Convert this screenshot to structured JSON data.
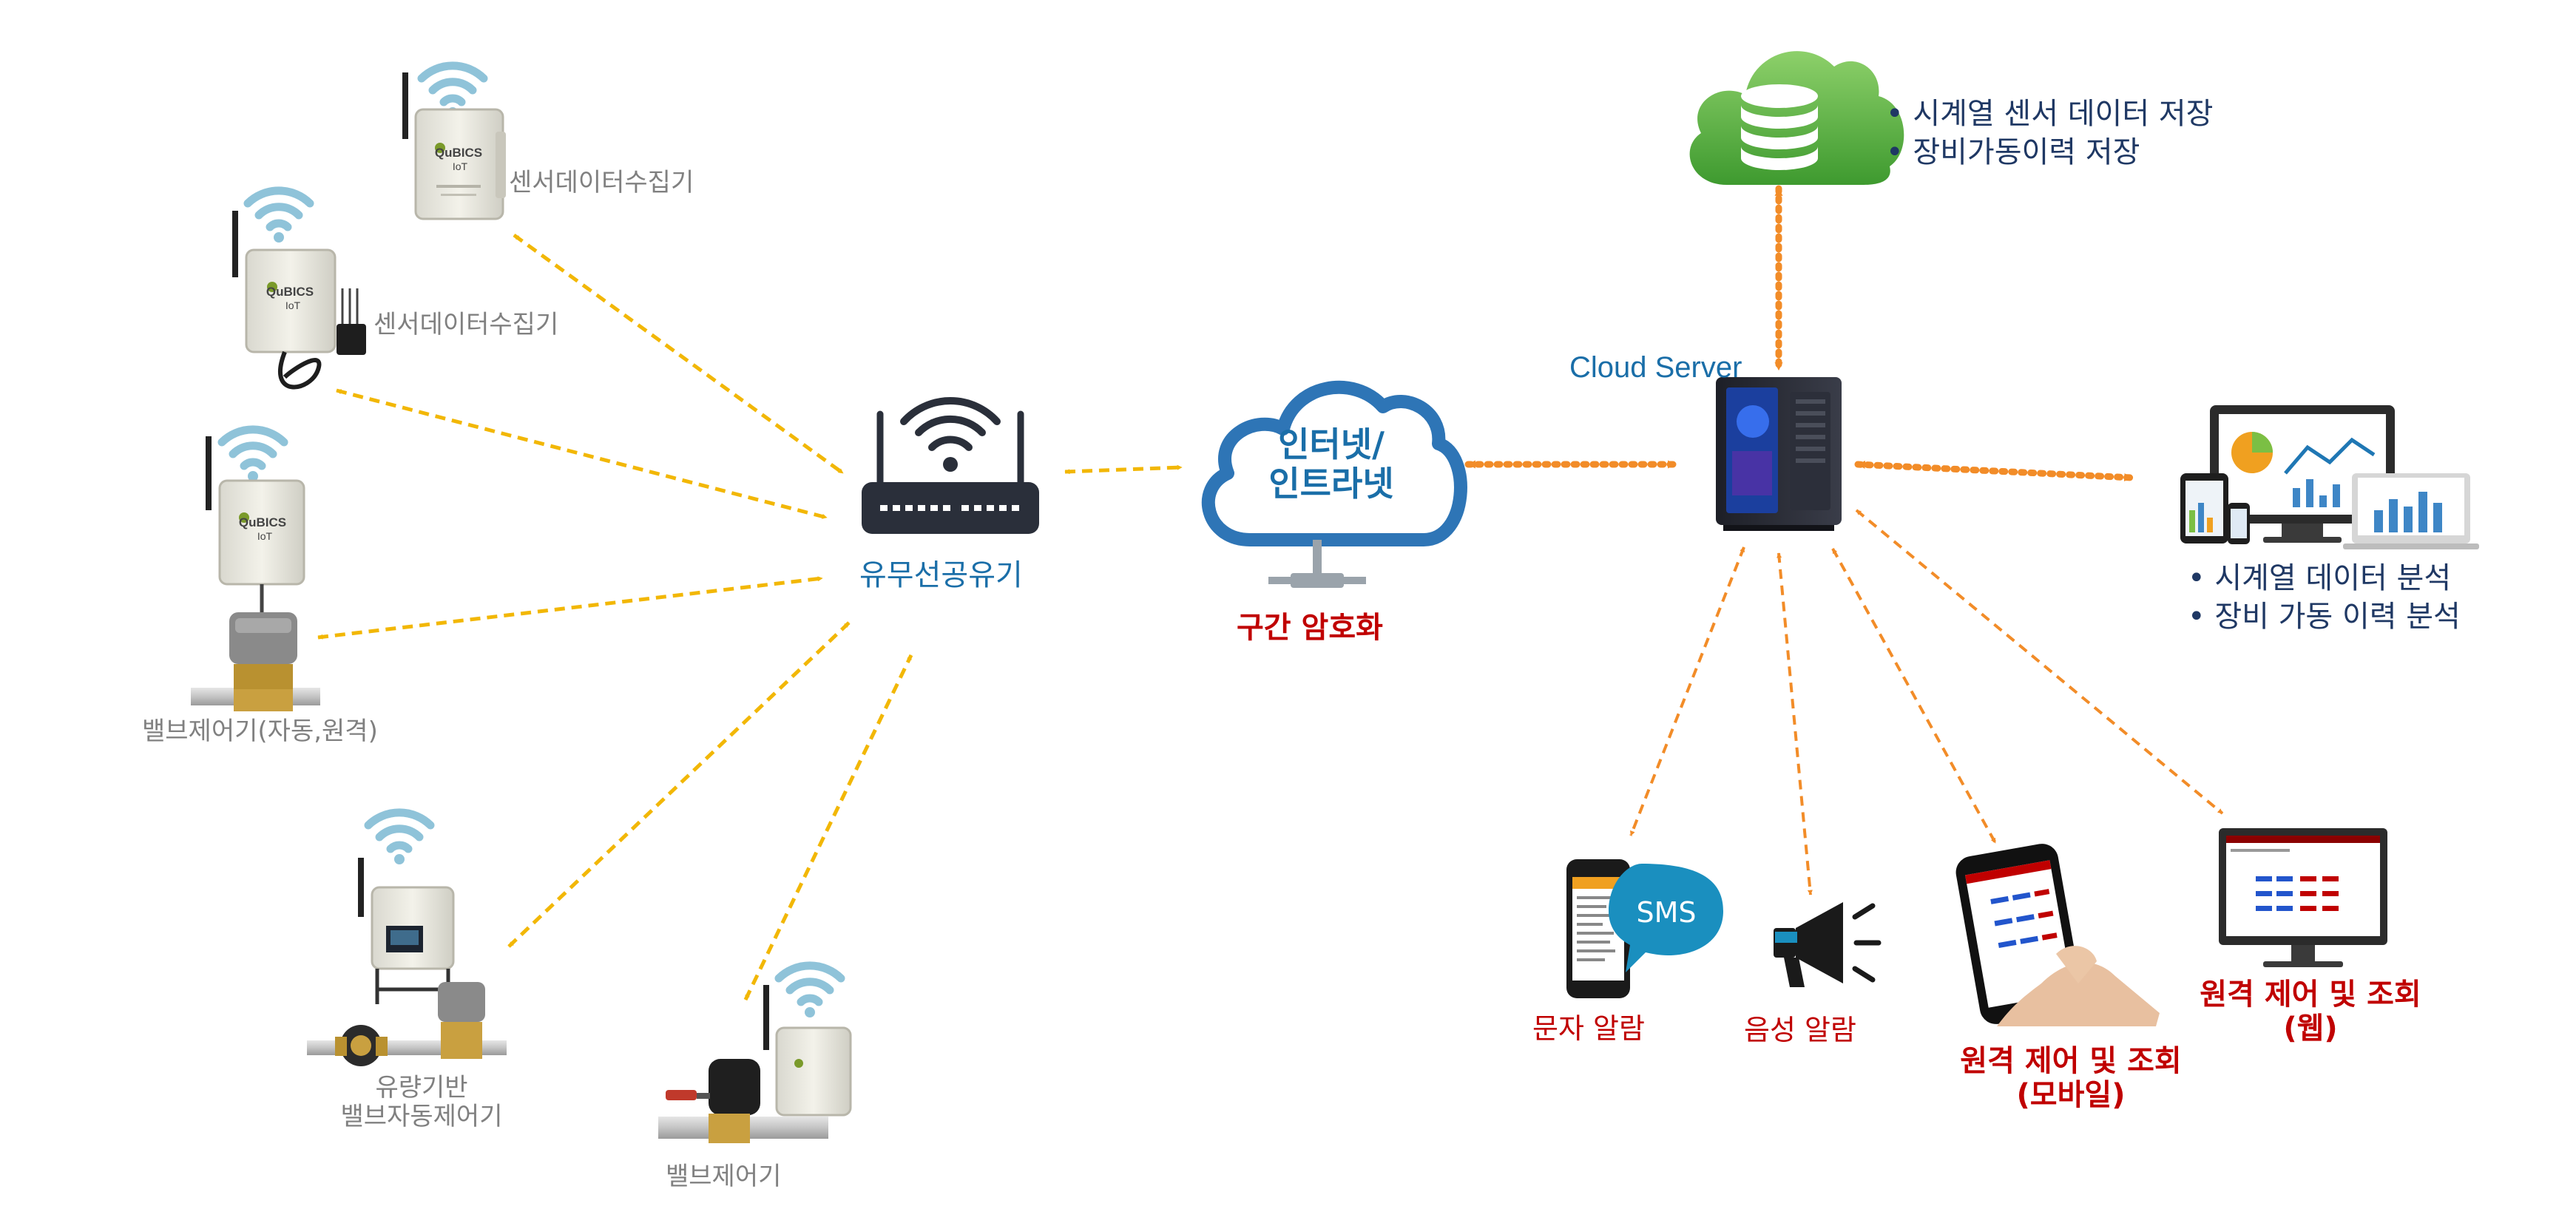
{
  "labels": {
    "collector1": "센서데이터수집기",
    "collector2": "센서데이터수집기",
    "valve_ctrl": "밸브제어기(자동,원격)",
    "flow_valve_line1": "유량기반",
    "flow_valve_line2": "밸브자동제어기",
    "valve_simple": "밸브제어기",
    "router": "유무선공유기",
    "internet_line1": "인터넷/",
    "internet_line2": "인트라넷",
    "encryption": "구간 암호화",
    "cloud_server": "Cloud Server",
    "sms_bubble": "SMS",
    "sms_alarm": "문자 알람",
    "voice_alarm": "음성 알람",
    "mobile_line1": "원격 제어 및 조회",
    "mobile_line2": "(모바일)",
    "web_line1": "원격 제어 및 조회",
    "web_line2": "(웹)",
    "device_brand": "QuBICS",
    "device_model": "IoT"
  },
  "storage_bullets": [
    "시계열 센서 데이터 저장",
    "장비가동이력 저장"
  ],
  "analysis_bullets": [
    "시계열 데이터 분석",
    "장비 가동 이력 분석"
  ],
  "colors": {
    "link_yellow": "#f2b705",
    "link_orange": "#f28c28",
    "cloud_green": "#5db346",
    "cloud_blue": "#2e75b6",
    "wifi": "#8fc3d9",
    "router_dark": "#2a2f3a",
    "alert_red": "#c00000"
  }
}
